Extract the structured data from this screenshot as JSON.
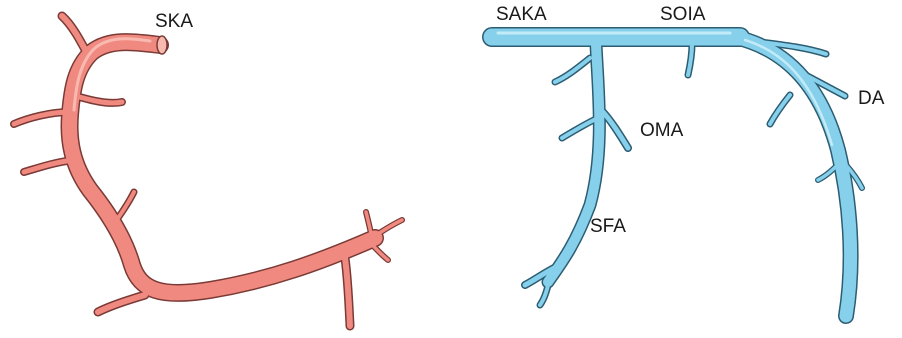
{
  "colors": {
    "left_vessel": "#f08a80",
    "right_vessel": "#86d0ec"
  },
  "labels": {
    "ska": "SKA",
    "saka": "SAKA",
    "soia": "SOIA",
    "da": "DA",
    "oma": "OMA",
    "sfa": "SFA"
  }
}
